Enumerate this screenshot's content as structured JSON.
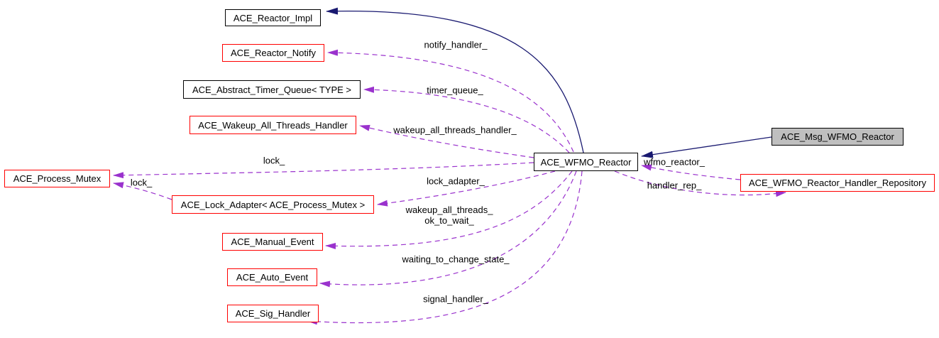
{
  "diagram": {
    "kind": "class-collaboration-graph",
    "nodes": [
      {
        "id": "reactor-impl",
        "label": "ACE_Reactor_Impl"
      },
      {
        "id": "reactor-notify",
        "label": "ACE_Reactor_Notify"
      },
      {
        "id": "abstract-timer-queue",
        "label": "ACE_Abstract_Timer_Queue< TYPE >"
      },
      {
        "id": "wakeup-all-threads-handler",
        "label": "ACE_Wakeup_All_Threads_Handler"
      },
      {
        "id": "process-mutex",
        "label": "ACE_Process_Mutex"
      },
      {
        "id": "lock-adapter",
        "label": "ACE_Lock_Adapter< ACE_Process_Mutex >"
      },
      {
        "id": "manual-event",
        "label": "ACE_Manual_Event"
      },
      {
        "id": "auto-event",
        "label": "ACE_Auto_Event"
      },
      {
        "id": "sig-handler",
        "label": "ACE_Sig_Handler"
      },
      {
        "id": "wfmo-reactor",
        "label": "ACE_WFMO_Reactor"
      },
      {
        "id": "msg-wfmo-reactor",
        "label": "ACE_Msg_WFMO_Reactor"
      },
      {
        "id": "wfmo-reactor-handler-repository",
        "label": "ACE_WFMO_Reactor_Handler_Repository"
      }
    ],
    "edge_labels": [
      {
        "id": "notify-handler",
        "text": "notify_handler_"
      },
      {
        "id": "timer-queue",
        "text": "timer_queue_"
      },
      {
        "id": "wakeup-all-threads-handler",
        "text": "wakeup_all_threads_handler_"
      },
      {
        "id": "lock-upper",
        "text": "lock_"
      },
      {
        "id": "lock-adapter",
        "text": "lock_adapter_"
      },
      {
        "id": "wakeup-ok-to-wait",
        "text": "wakeup_all_threads_\nok_to_wait_"
      },
      {
        "id": "lock-left",
        "text": "lock_"
      },
      {
        "id": "waiting-to-change-state",
        "text": "waiting_to_change_state_"
      },
      {
        "id": "signal-handler",
        "text": "signal_handler_"
      },
      {
        "id": "wfmo-reactor",
        "text": "wfmo_reactor_"
      },
      {
        "id": "handler-rep",
        "text": "handler_rep_"
      }
    ],
    "colors": {
      "usage_edge": "#9a32cd",
      "inheritance_edge": "#191970",
      "node_border_red": "#ff0000",
      "node_border_black": "#000000",
      "highlighted_node_fill": "#bfbfbf",
      "node_fill": "#ffffff",
      "background": "#ffffff",
      "text": "#000000"
    }
  }
}
